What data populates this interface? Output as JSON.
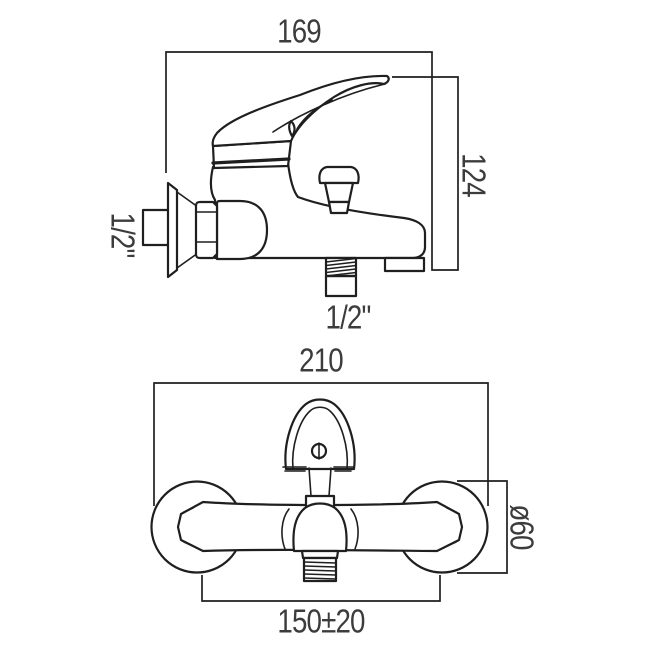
{
  "drawing": {
    "background": "#ffffff",
    "line_color": "#1f1f1f",
    "label_color": "#3c3c3c",
    "side_view": {
      "width_mm": "169",
      "height_mm": "124",
      "wall_inlet_size": "1/2\"",
      "bottom_outlet_size": "1/2\""
    },
    "front_view": {
      "overall_width_mm": "210",
      "flange_diameter": "ø60",
      "inlet_centres_mm": "150±20"
    }
  }
}
